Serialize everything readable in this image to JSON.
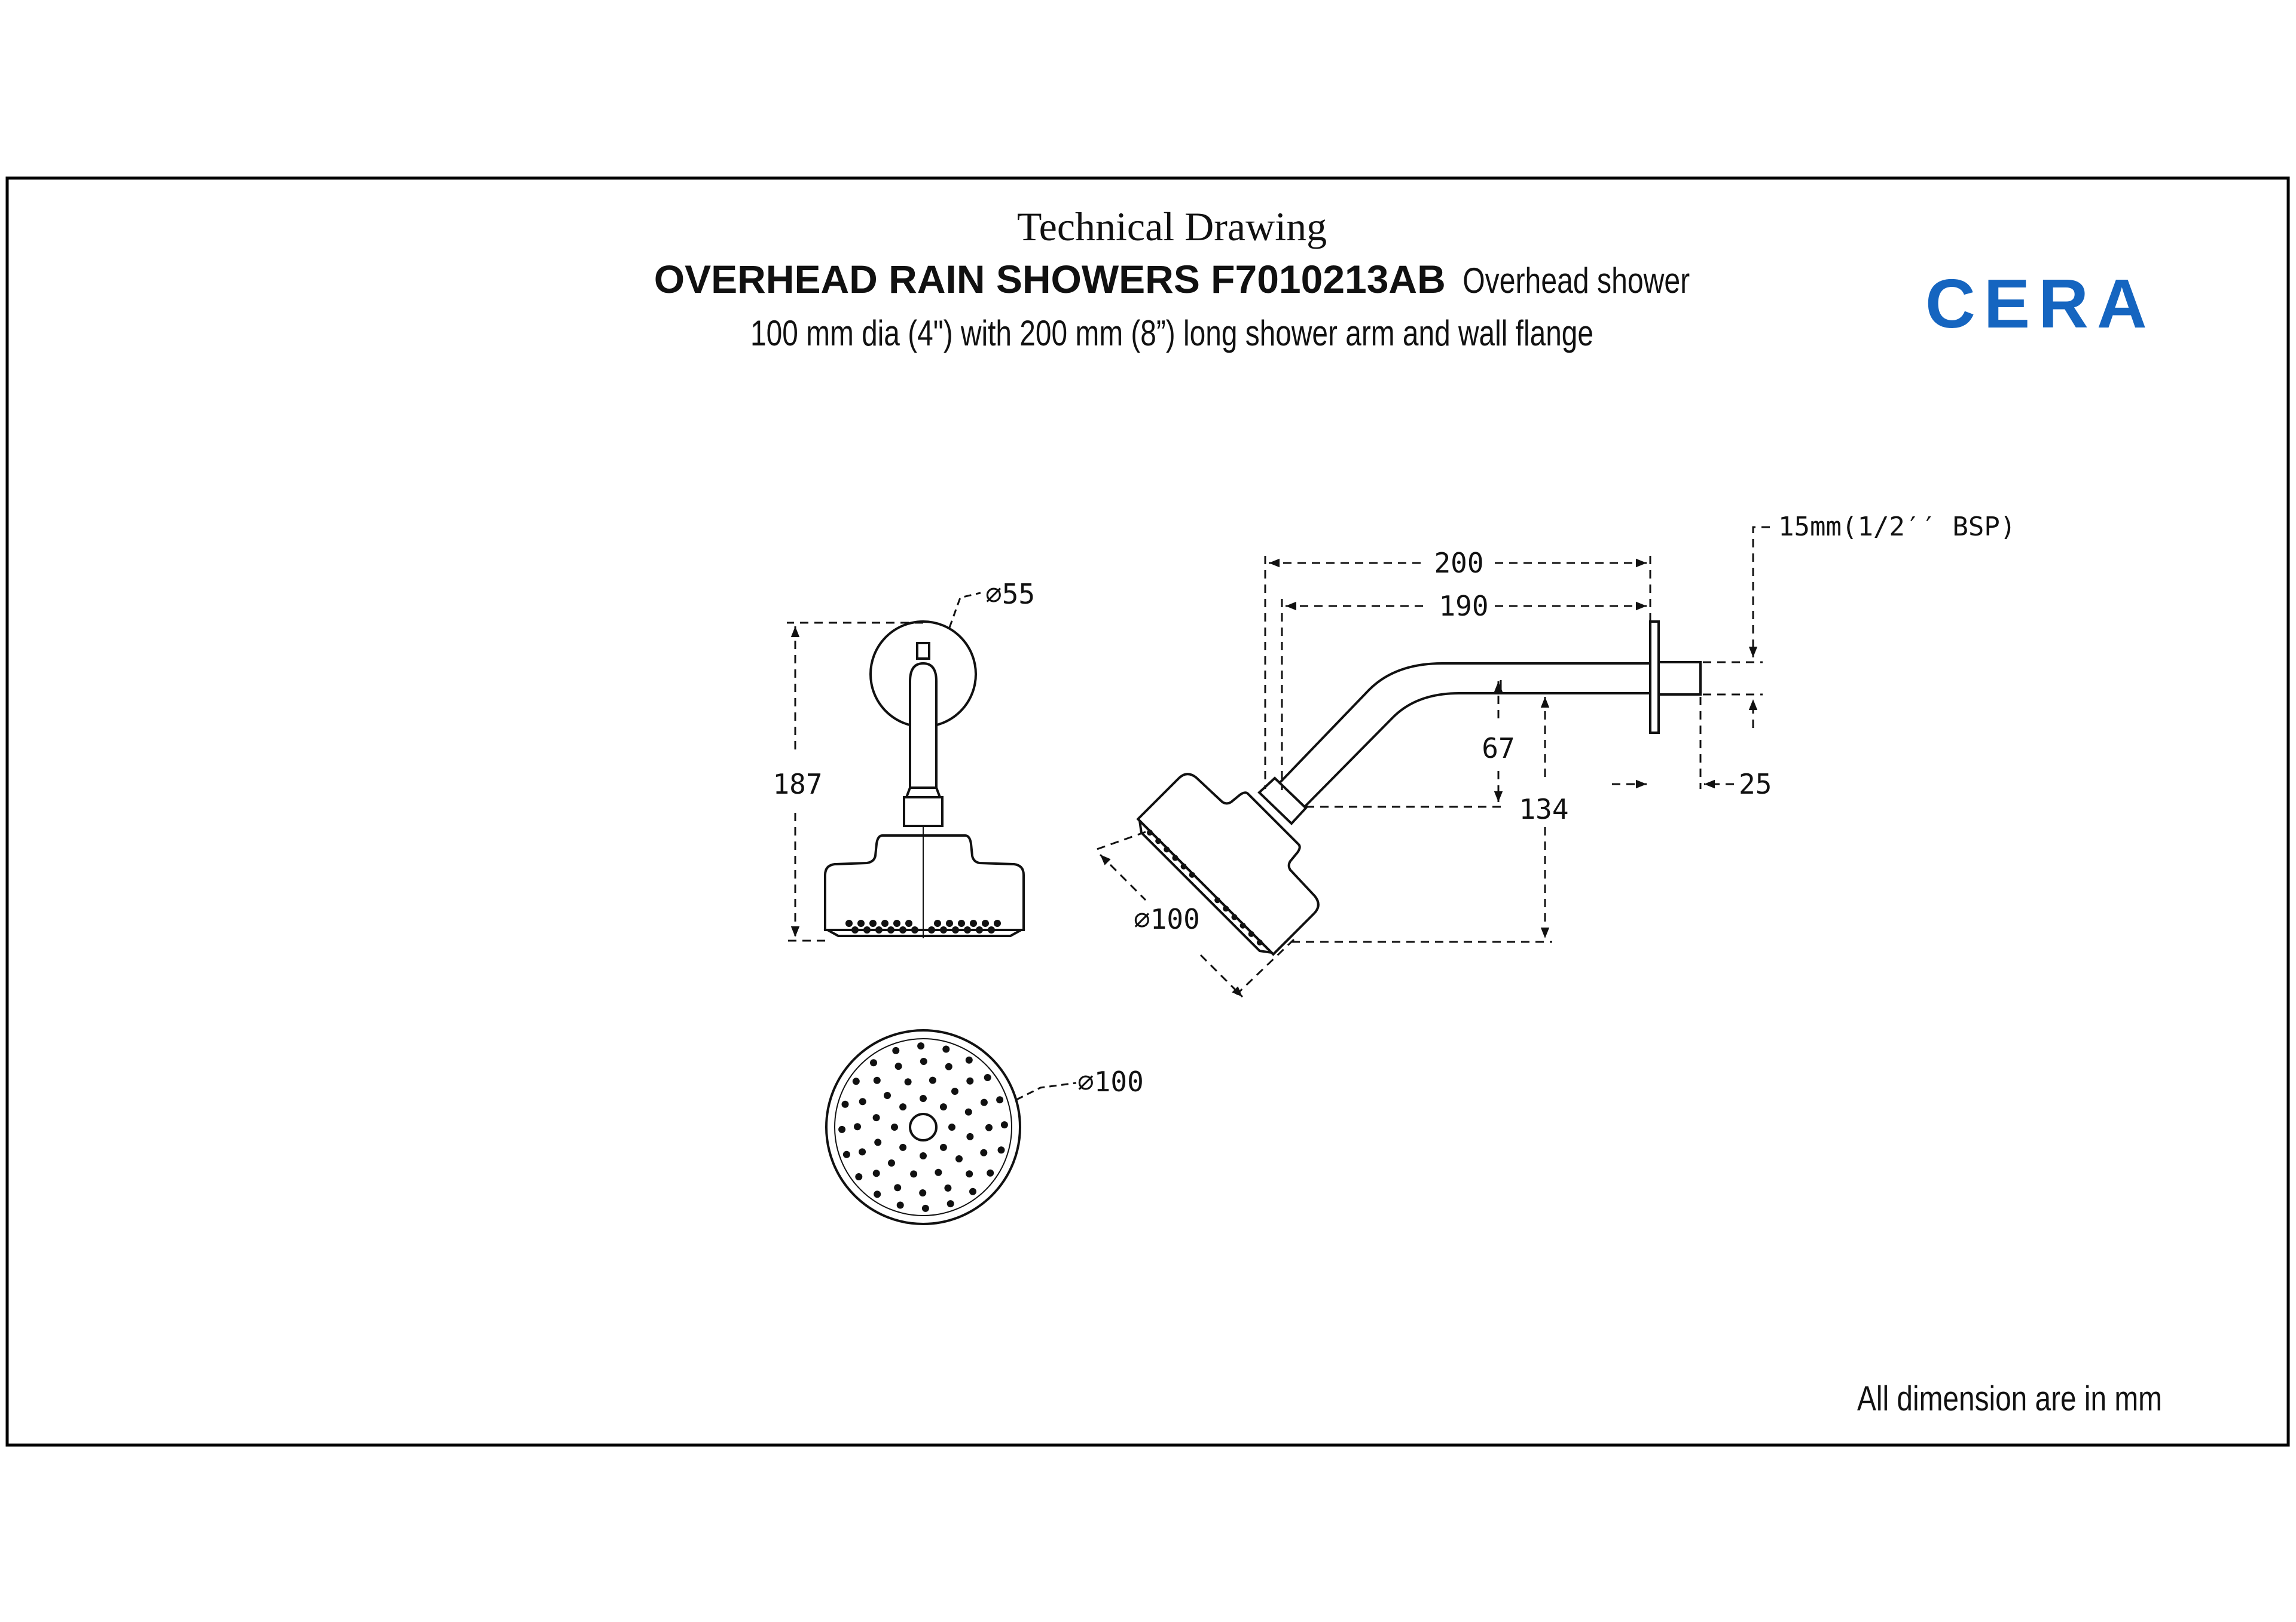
{
  "header": {
    "line1": "Technical Drawing",
    "product_bold": "OVERHEAD RAIN SHOWERS F7010213AB",
    "product_desc": "Overhead shower",
    "line3": "100 mm dia (4\") with 200 mm (8”) long shower arm and wall flange"
  },
  "brand": {
    "name": "CERA",
    "color": "#1565c0"
  },
  "dimensions": {
    "flange_dia": "⌀55",
    "height": "187",
    "arm_length": "200",
    "arm_inner": "190",
    "thread": "15mm(1/2′′ BSP)",
    "drop": "67",
    "total_drop": "134",
    "nipple": "25",
    "head_dia_side": "⌀100",
    "head_dia_bottom": "⌀100"
  },
  "footer": {
    "note": "All dimension are in mm"
  },
  "colors": {
    "line": "#111111",
    "border": "#000000"
  }
}
